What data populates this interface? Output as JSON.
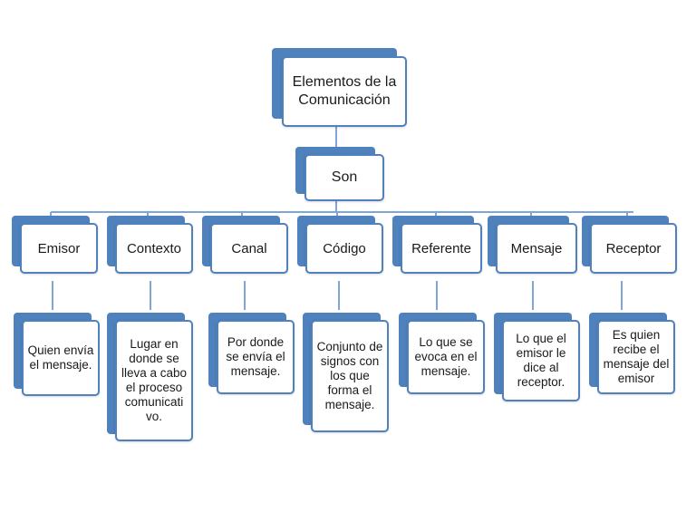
{
  "root": {
    "label": "Elementos de la Comunicación"
  },
  "connector": {
    "label": "Son"
  },
  "elements": [
    {
      "label": "Emisor",
      "description": "Quien envía el mensaje."
    },
    {
      "label": "Contexto",
      "description": "Lugar en donde se lleva a cabo el proceso comunicati vo."
    },
    {
      "label": "Canal",
      "description": "Por donde se envía el mensaje."
    },
    {
      "label": "Código",
      "description": "Conjunto de signos con los que forma el mensaje."
    },
    {
      "label": "Referente",
      "description": "Lo que se evoca en el mensaje."
    },
    {
      "label": "Mensaje",
      "description": "Lo que el emisor le dice al receptor."
    },
    {
      "label": "Receptor",
      "description": "Es quien recibe el mensaje del emisor"
    }
  ],
  "colors": {
    "accent": "#4f81bd",
    "line": "#7ea6d6",
    "box_fill": "#ffffff"
  }
}
